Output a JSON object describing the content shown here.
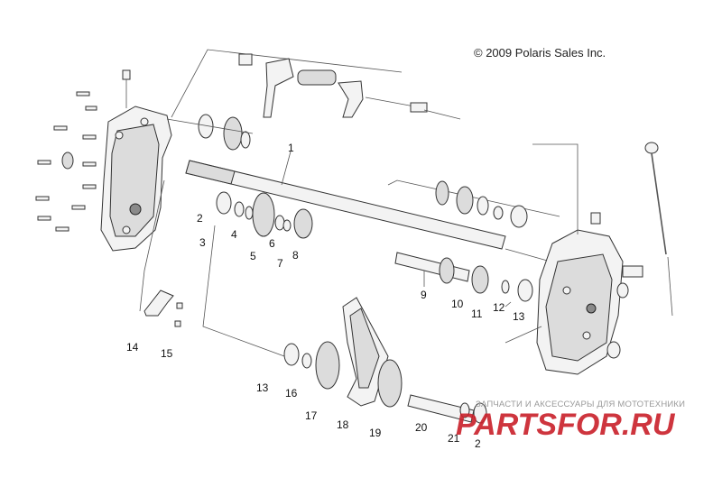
{
  "copyright": "© 2009 Polaris Sales Inc.",
  "watermark": {
    "tagline": "ЗАПЧАСТИ И АКСЕССУАРЫ ДЛЯ МОТОТЕХНИКИ",
    "brand": "PARTSFOR.RU"
  },
  "callouts": [
    "1",
    "2",
    "3",
    "4",
    "5",
    "6",
    "7",
    "8",
    "9",
    "10",
    "11",
    "12",
    "13",
    "14",
    "15",
    "13",
    "16",
    "17",
    "18",
    "19",
    "20",
    "21",
    "2"
  ]
}
